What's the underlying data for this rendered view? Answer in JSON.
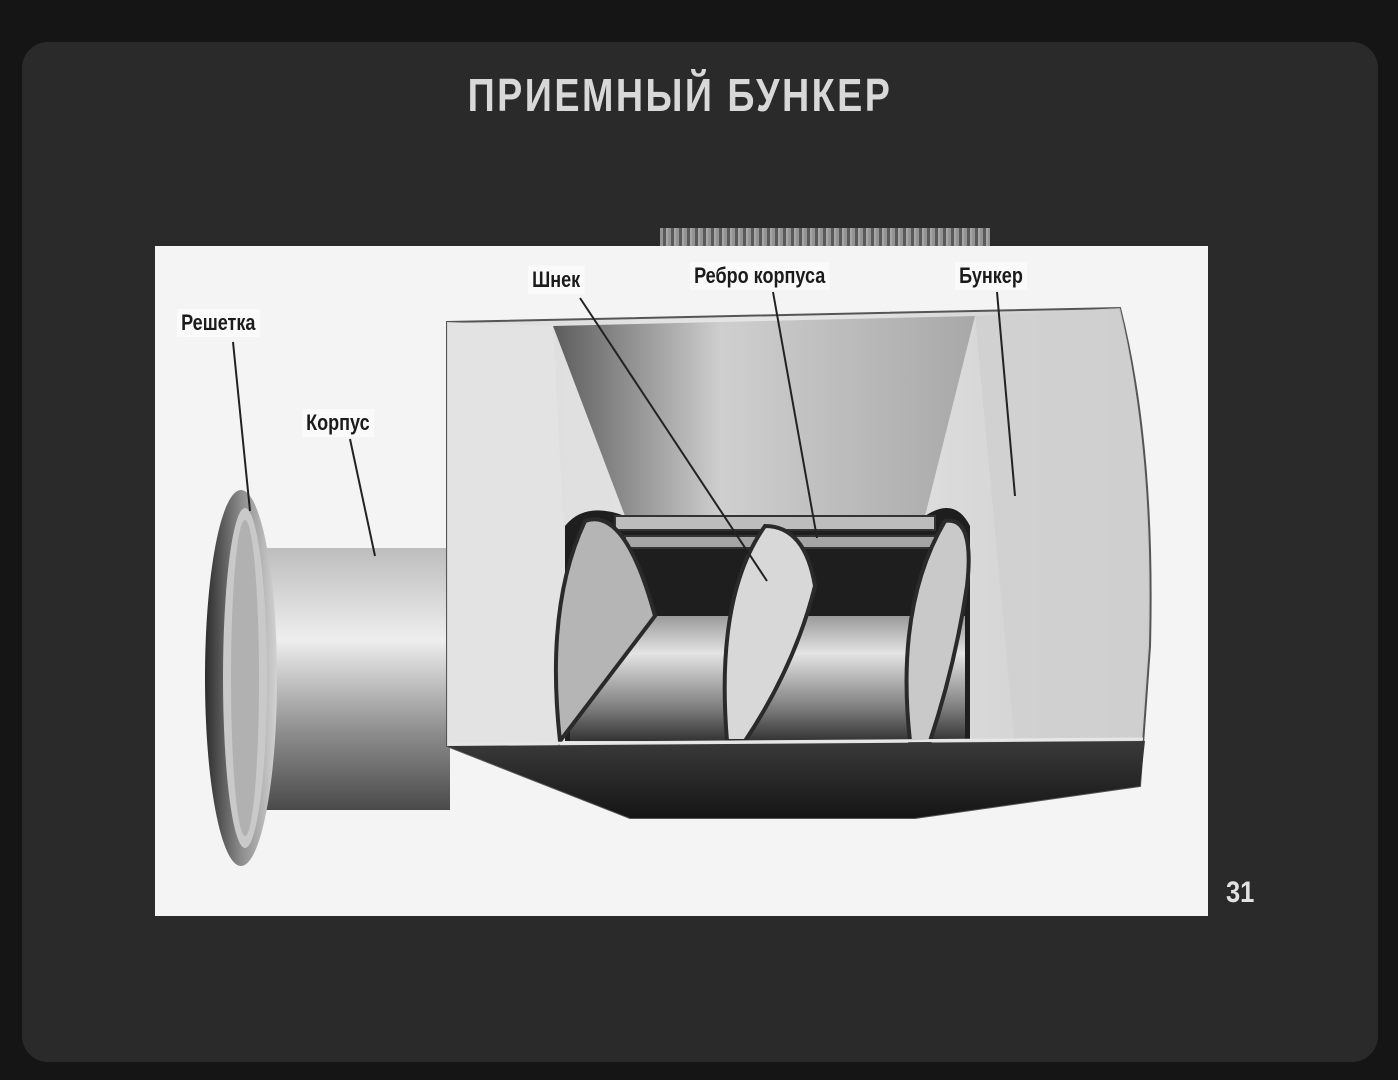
{
  "slide": {
    "title": "ПРИЕМНЫЙ БУНКЕР",
    "page_number": "31"
  },
  "labels": {
    "grate": "Решетка",
    "housing": "Корпус",
    "screw": "Шнек",
    "housing_rib": "Ребро корпуса",
    "hopper": "Бункер"
  }
}
